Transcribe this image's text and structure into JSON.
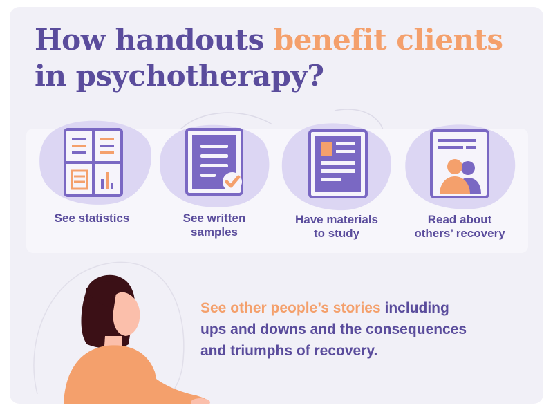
{
  "title": {
    "line1_plain": "How handouts ",
    "line1_accent": "benefit clients",
    "line2": "in psychotherapy?"
  },
  "benefits": [
    {
      "label_line1": "See statistics",
      "label_line2": "",
      "icon": "statistics-chart-icon"
    },
    {
      "label_line1": "See written",
      "label_line2": "samples",
      "icon": "written-document-check-icon"
    },
    {
      "label_line1": "Have materials",
      "label_line2": "to study",
      "icon": "study-materials-icon"
    },
    {
      "label_line1": "Read about",
      "label_line2": "others’ recovery",
      "icon": "people-profile-icon"
    }
  ],
  "body": {
    "accent": "See other people’s stories",
    "line1_rest": " including",
    "line2": "ups and downs and the consequences",
    "line3": "and triumphs of recovery."
  },
  "colors": {
    "purple": "#5a4c9c",
    "icon_purple": "#7a68c3",
    "orange": "#f4a06c",
    "blob": "#dcd6f3",
    "background": "#f1f0f7"
  },
  "illustration": "woman-viewing-illustration"
}
